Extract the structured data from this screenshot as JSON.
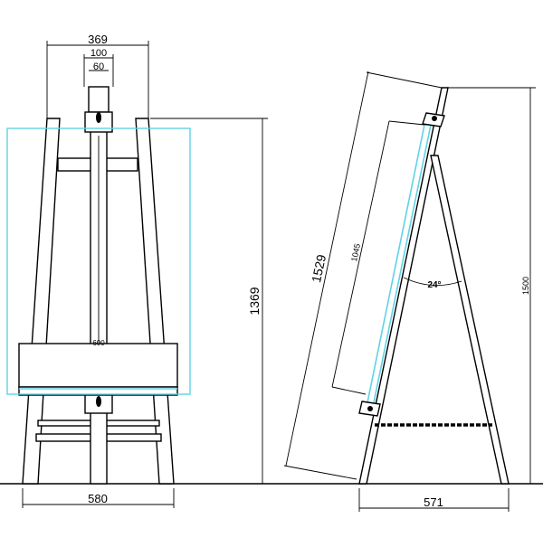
{
  "front_view": {
    "dim_top_width": "369",
    "dim_mast_block": "100",
    "dim_mast": "60",
    "dim_canvas_width": "600",
    "dim_base_width": "580",
    "dim_height": "1369"
  },
  "side_view": {
    "dim_leg_length": "1529",
    "dim_canvas_height": "1045",
    "angle": "24°",
    "dim_total_height": "1500",
    "dim_depth": "571"
  },
  "colors": {
    "line": "#000000",
    "canvas_outline": "#5fd3e6",
    "background": "#ffffff"
  }
}
